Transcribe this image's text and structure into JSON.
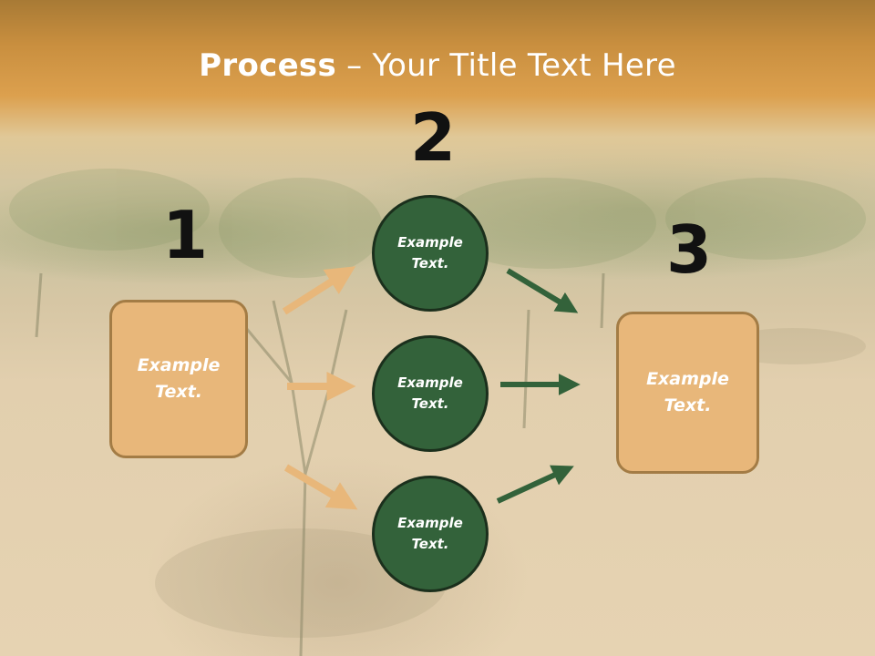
{
  "title": {
    "bold": "Process",
    "rest": " – Your Title Text Here"
  },
  "steps": {
    "one": "1",
    "two": "2",
    "three": "3"
  },
  "left_box": {
    "line1": "Example",
    "line2": "Text."
  },
  "right_box": {
    "line1": "Example",
    "line2": "Text."
  },
  "circles": [
    {
      "line1": "Example",
      "line2": "Text."
    },
    {
      "line1": "Example",
      "line2": "Text."
    },
    {
      "line1": "Example",
      "line2": "Text."
    }
  ],
  "colors": {
    "header": "#d49a48",
    "box_fill": "#e8b77a",
    "box_border": "#a37c45",
    "circle_fill": "#33623a",
    "circle_border": "#1b2f1c",
    "orange_arrow": "#e8b77a",
    "green_arrow": "#33623a"
  }
}
